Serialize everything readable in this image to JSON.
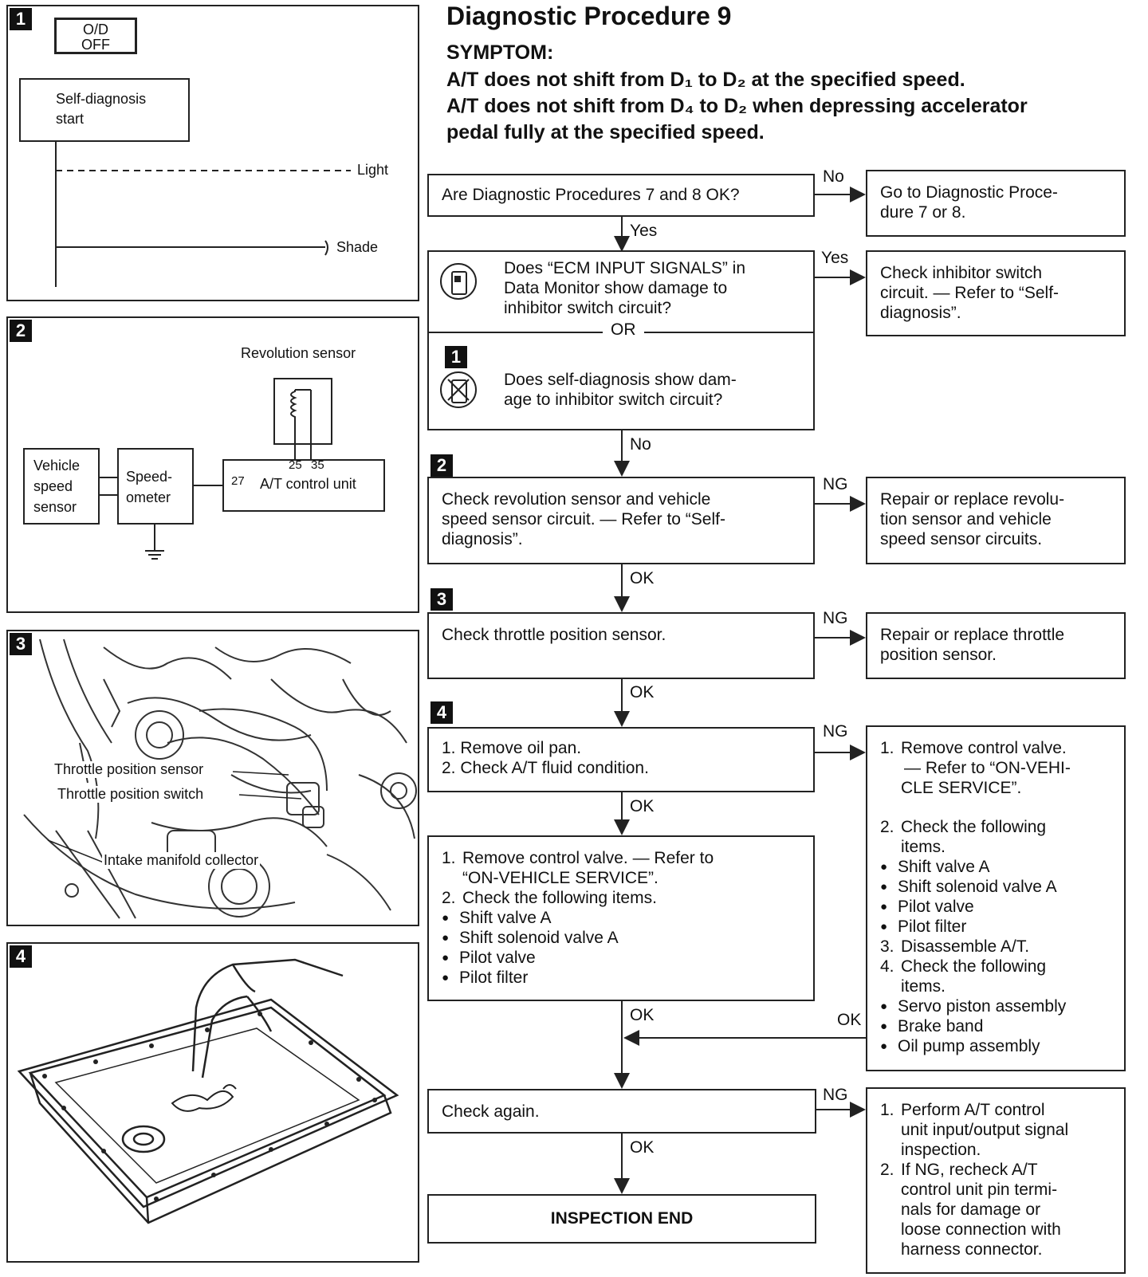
{
  "header": {
    "title": "Diagnostic Procedure 9",
    "symptom_label": "SYMPTOM:",
    "symptom_lines": [
      "A/T does not shift from D₁ to D₂ at the specified speed.",
      "A/T does not shift from D₄ to D₂ when depressing accelerator",
      "pedal fully at the specified speed."
    ]
  },
  "figures": {
    "fig1": {
      "num": "1",
      "od_line1": "O/D",
      "od_line2": "OFF",
      "selfdiag_line1": "Self-diagnosis",
      "selfdiag_line2": "start",
      "light": "Light",
      "shade": "Shade"
    },
    "fig2": {
      "num": "2",
      "rev_sensor": "Revolution sensor",
      "vss_line1": "Vehicle",
      "vss_line2": "speed",
      "vss_line3": "sensor",
      "speedo_line1": "Speed-",
      "speedo_line2": "ometer",
      "atcu": "A/T control unit",
      "pin27": "27",
      "pin25": "25",
      "pin35": "35"
    },
    "fig3": {
      "num": "3",
      "tps": "Throttle position sensor",
      "tpsw": "Throttle position switch",
      "imc": "Intake manifold collector"
    },
    "fig4": {
      "num": "4"
    }
  },
  "flow": {
    "q1": "Are Diagnostic Procedures 7 and 8 OK?",
    "q1_no": "No",
    "q1_no_action_line1": "Go to Diagnostic Proce-",
    "q1_no_action_line2": "dure 7 or 8.",
    "q1_yes": "Yes",
    "q2_line1": "Does “ECM INPUT SIGNALS” in",
    "q2_line2": "Data Monitor show damage to",
    "q2_line3": "inhibitor switch circuit?",
    "or": "OR",
    "q2b_line1": "Does self-diagnosis show dam-",
    "q2b_line2": "age to inhibitor switch circuit?",
    "q2_yes": "Yes",
    "q2_yes_line1": "Check inhibitor switch",
    "q2_yes_line2": "circuit. — Refer to “Self-",
    "q2_yes_line3": "diagnosis”.",
    "q2_no": "No",
    "step1_num": "1",
    "step2_num": "2",
    "step3_num": "3",
    "step4_num": "4",
    "s2_line1": "Check revolution sensor and vehicle",
    "s2_line2": "speed sensor circuit. — Refer to “Self-",
    "s2_line3": "diagnosis”.",
    "s2_ng": "NG",
    "s2_ng_line1": "Repair or replace revolu-",
    "s2_ng_line2": "tion sensor and vehicle",
    "s2_ng_line3": "speed sensor circuits.",
    "s2_ok": "OK",
    "s3": "Check throttle position sensor.",
    "s3_ng": "NG",
    "s3_ng_line1": "Repair or replace throttle",
    "s3_ng_line2": "position sensor.",
    "s3_ok": "OK",
    "s4_line1": "1. Remove oil pan.",
    "s4_line2": "2. Check A/T fluid condition.",
    "s4_ng": "NG",
    "s4_ok": "OK",
    "s4ng_items": [
      {
        "n": "1.",
        "t": "Remove control valve."
      },
      {
        "n": "",
        "t": "— Refer to “ON-VEHI-"
      },
      {
        "n": "",
        "t": "CLE SERVICE”."
      },
      {
        "n": "",
        "t": ""
      },
      {
        "n": "2.",
        "t": "Check the following"
      },
      {
        "n": "",
        "t": "items."
      },
      {
        "n": "●",
        "t": "Shift valve A"
      },
      {
        "n": "●",
        "t": "Shift solenoid valve A"
      },
      {
        "n": "●",
        "t": "Pilot valve"
      },
      {
        "n": "●",
        "t": "Pilot filter"
      },
      {
        "n": "3.",
        "t": "Disassemble A/T."
      },
      {
        "n": "4.",
        "t": "Check the following"
      },
      {
        "n": "",
        "t": "items."
      },
      {
        "n": "●",
        "t": "Servo piston assembly"
      },
      {
        "n": "●",
        "t": "Brake band"
      },
      {
        "n": "●",
        "t": "Oil pump assembly"
      }
    ],
    "s5_items": [
      {
        "n": "1.",
        "t": "Remove control valve. — Refer to"
      },
      {
        "n": "",
        "t": "“ON-VEHICLE SERVICE”."
      },
      {
        "n": "2.",
        "t": "Check the following items."
      },
      {
        "n": "●",
        "t": "Shift valve A"
      },
      {
        "n": "●",
        "t": "Shift solenoid valve A"
      },
      {
        "n": "●",
        "t": "Pilot valve"
      },
      {
        "n": "●",
        "t": "Pilot filter"
      }
    ],
    "s5_ok": "OK",
    "s4ng_ok": "OK",
    "s6": "Check again.",
    "s6_ng": "NG",
    "s6_ok": "OK",
    "s6ng_items": [
      {
        "n": "1.",
        "t": "Perform A/T control"
      },
      {
        "n": "",
        "t": "unit input/output signal"
      },
      {
        "n": "",
        "t": "inspection."
      },
      {
        "n": "2.",
        "t": "If NG, recheck A/T"
      },
      {
        "n": "",
        "t": "control unit pin termi-"
      },
      {
        "n": "",
        "t": "nals for damage or"
      },
      {
        "n": "",
        "t": "loose connection with"
      },
      {
        "n": "",
        "t": "harness connector."
      }
    ],
    "end": "INSPECTION END"
  }
}
